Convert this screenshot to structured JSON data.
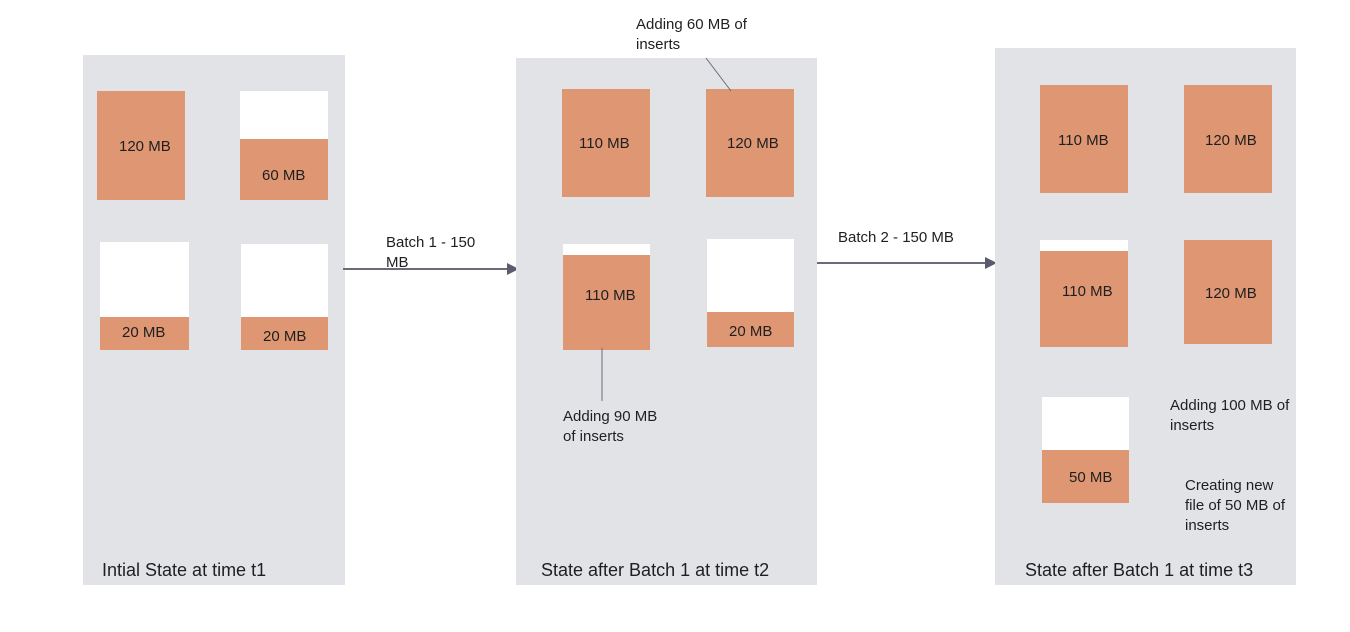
{
  "colors": {
    "panel": "#e2e3e7",
    "file_fill": "#df9673",
    "file_empty": "#ffffff",
    "arrow": "#5c5c70"
  },
  "panels": [
    {
      "caption": "Intial State at time t1",
      "files": [
        {
          "label": "120 MB",
          "fill_fraction": 1.0
        },
        {
          "label": "60 MB",
          "fill_fraction": 0.56
        },
        {
          "label": "20 MB",
          "fill_fraction": 0.31
        },
        {
          "label": "20 MB",
          "fill_fraction": 0.31
        }
      ]
    },
    {
      "caption": "State after Batch 1 at time t2",
      "files": [
        {
          "label": "110 MB",
          "fill_fraction": 1.0
        },
        {
          "label": "120 MB",
          "fill_fraction": 1.0
        },
        {
          "label": "110 MB",
          "fill_fraction": 0.9
        },
        {
          "label": "20 MB",
          "fill_fraction": 0.32
        }
      ],
      "notes": [
        "Adding 60 MB of inserts",
        "Adding 90 MB of inserts"
      ]
    },
    {
      "caption": "State after Batch 1 at time t3",
      "files": [
        {
          "label": "110 MB",
          "fill_fraction": 1.0
        },
        {
          "label": "120 MB",
          "fill_fraction": 1.0
        },
        {
          "label": "110 MB",
          "fill_fraction": 0.9
        },
        {
          "label": "120 MB",
          "fill_fraction": 1.0
        },
        {
          "label": "50 MB",
          "fill_fraction": 0.5
        }
      ],
      "notes": [
        "Adding 100 MB of inserts",
        "Creating new file of 50  MB of inserts"
      ]
    }
  ],
  "batches": [
    {
      "label": "Batch 1  - 150 MB"
    },
    {
      "label": "Batch 2 - 150 MB"
    }
  ]
}
